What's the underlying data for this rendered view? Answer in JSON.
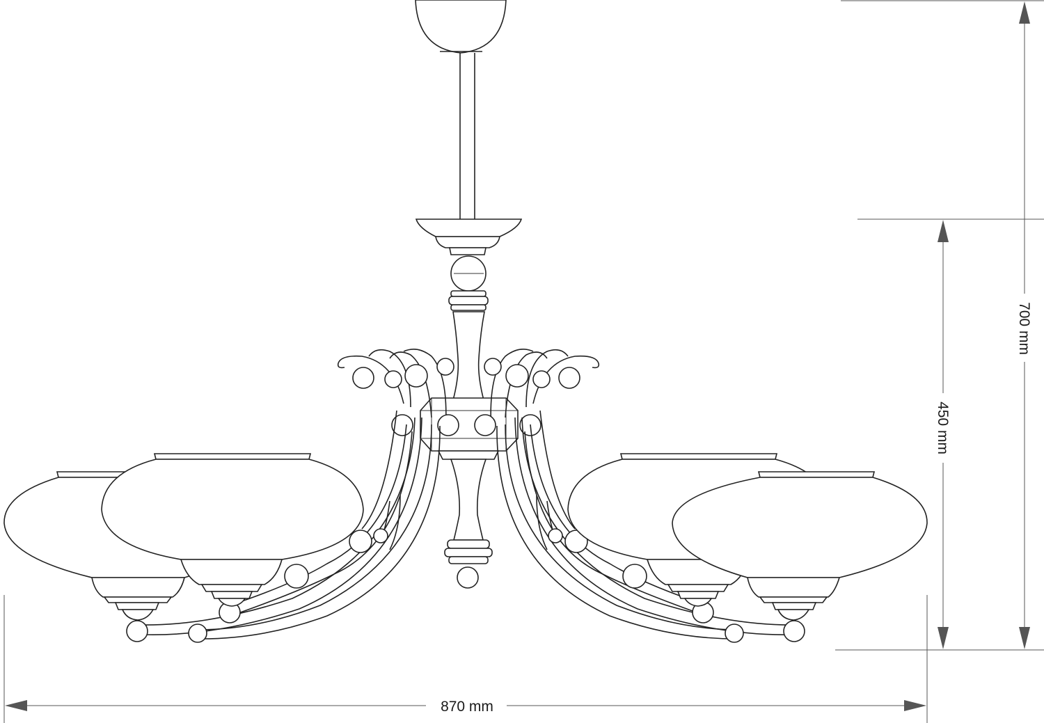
{
  "dimensions": {
    "total_height": "700 mm",
    "body_height": "450 mm",
    "width": "870 mm"
  },
  "colors": {
    "line": "#222222",
    "dimension": "#555555",
    "background": "#ffffff"
  }
}
